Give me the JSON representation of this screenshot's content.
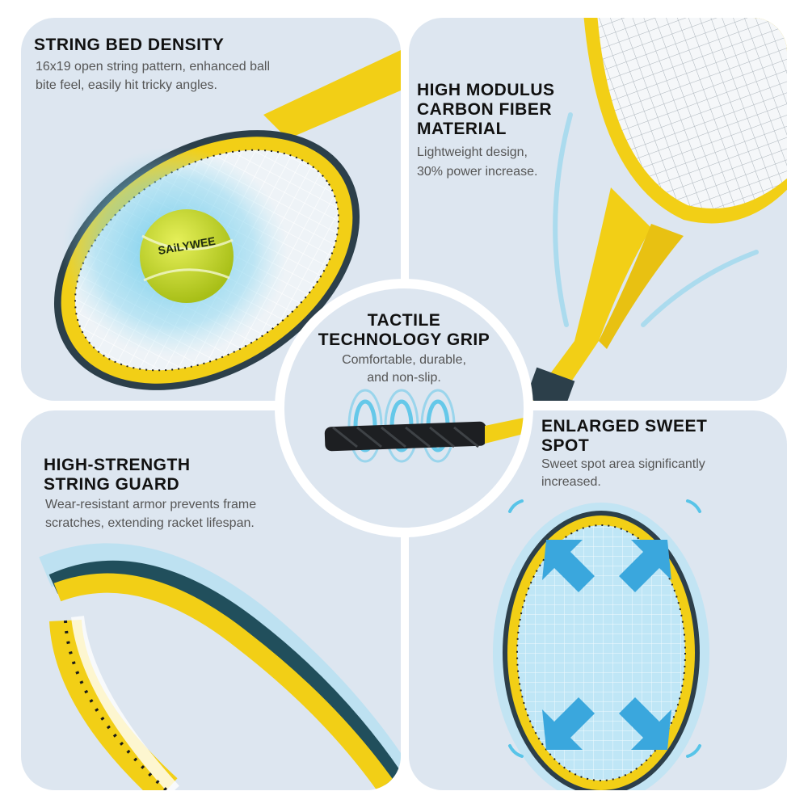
{
  "features": {
    "string_bed": {
      "title_line1": "STRING BED DENSITY",
      "desc_line1": "16x19 open string pattern, enhanced ball",
      "desc_line2": "bite feel, easily hit tricky angles."
    },
    "carbon_fiber": {
      "title_line1": "HIGH MODULUS",
      "title_line2": "CARBON FIBER",
      "title_line3": "MATERIAL",
      "desc_line1": "Lightweight design,",
      "desc_line2": "30% power increase."
    },
    "grip": {
      "title_line1": "TACTILE",
      "title_line2": "TECHNOLOGY GRIP",
      "desc_line1": "Comfortable, durable,",
      "desc_line2": "and non-slip."
    },
    "string_guard": {
      "title_line1": "HIGH-STRENGTH",
      "title_line2": "STRING GUARD",
      "desc_line1": "Wear-resistant armor prevents frame",
      "desc_line2": "scratches, extending racket lifespan."
    },
    "sweet_spot": {
      "title_line1": "ENLARGED SWEET",
      "title_line2": "SPOT",
      "desc_line1": "Sweet spot area significantly",
      "desc_line2": "increased."
    }
  },
  "brand": {
    "ball_logo": "SAiLYWEE"
  },
  "colors": {
    "panel_bg": "#dde6f0",
    "racket_yellow": "#f2cf16",
    "frame_dark": "#2c3f4a",
    "guard_teal": "#214f5c",
    "glow_blue": "#58c4e8",
    "ball_green": "#cfe03a"
  },
  "icons": {
    "ball": "tennis-ball-icon",
    "arrows": "expand-arrows-icon",
    "vibration": "vibration-waves-icon"
  }
}
